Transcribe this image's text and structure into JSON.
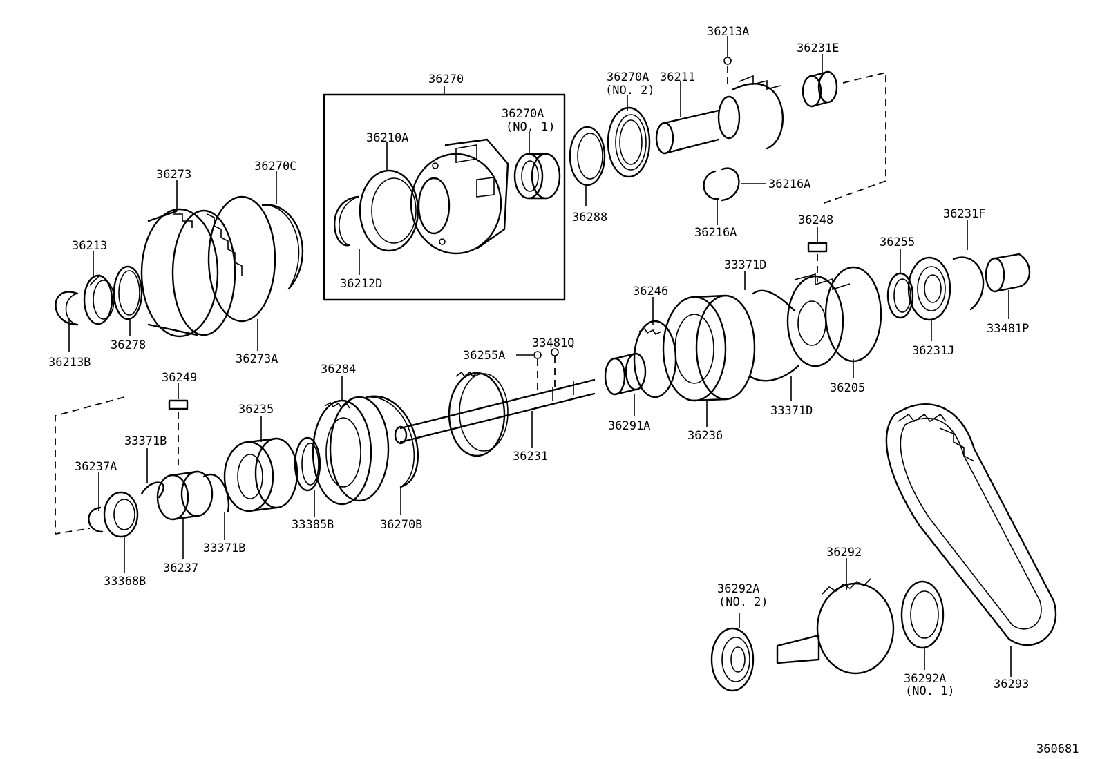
{
  "diagram_id": "360681",
  "callouts": {
    "c36213A": "36213A",
    "c36231E": "36231E",
    "c36270": "36270",
    "c36270A_no2": "36270A",
    "c36270A_no2_sub": "(NO. 2)",
    "c36211": "36211",
    "c36270A_no1": "36270A",
    "c36270A_no1_sub": "(NO. 1)",
    "c36210A": "36210A",
    "c36273": "36273",
    "c36270C": "36270C",
    "c36288": "36288",
    "c36216A_a": "36216A",
    "c36216A_b": "36216A",
    "c36213": "36213",
    "c36212D": "36212D",
    "c36248": "36248",
    "c36231F": "36231F",
    "c36255": "36255",
    "c33371D_a": "33371D",
    "c36278": "36278",
    "c36213B": "36213B",
    "c36273A": "36273A",
    "c36246": "36246",
    "c33481P": "33481P",
    "c36231J": "36231J",
    "c33481Q": "33481Q",
    "c36255A": "36255A",
    "c36249": "36249",
    "c36284": "36284",
    "c36205": "36205",
    "c36235": "36235",
    "c33371D_b": "33371D",
    "c33371B_a": "33371B",
    "c36291A": "36291A",
    "c36237A": "36237A",
    "c36236": "36236",
    "c36231": "36231",
    "c33385B": "33385B",
    "c36270B": "36270B",
    "c33371B_b": "33371B",
    "c36237": "36237",
    "c33368B": "33368B",
    "c36292": "36292",
    "c36292A_no2": "36292A",
    "c36292A_no2_sub": "(NO. 2)",
    "c36292A_no1": "36292A",
    "c36292A_no1_sub": "(NO. 1)",
    "c36293": "36293"
  }
}
